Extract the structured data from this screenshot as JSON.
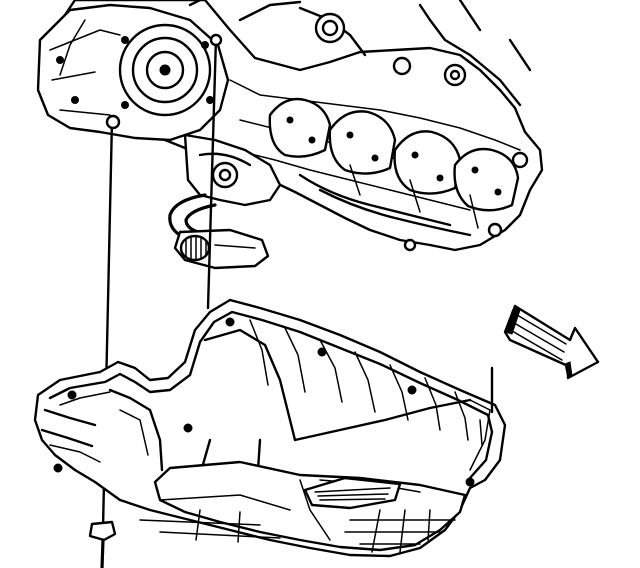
{
  "figure": {
    "direction_arrow_icon": "front-direction-arrow",
    "components": [
      "engine-block",
      "transmission-bellhousing",
      "oil-pump-pickup",
      "oil-pan",
      "alignment-guide-rods",
      "oil-pan-bolt"
    ]
  }
}
